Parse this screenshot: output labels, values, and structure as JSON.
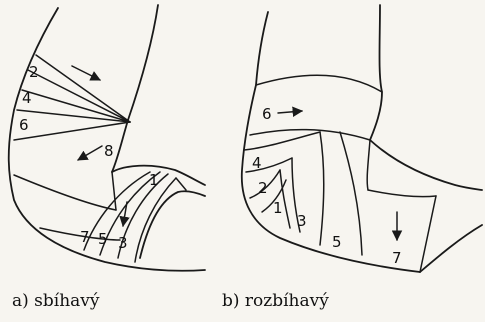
{
  "figure_a": {
    "caption": "a) sbíhavý",
    "turns": [
      "2",
      "4",
      "6",
      "8",
      "1",
      "3",
      "5",
      "7"
    ]
  },
  "figure_b": {
    "caption": "b) rozbíhavý",
    "turns": [
      "6",
      "4",
      "2",
      "1",
      "3",
      "5",
      "7"
    ]
  }
}
